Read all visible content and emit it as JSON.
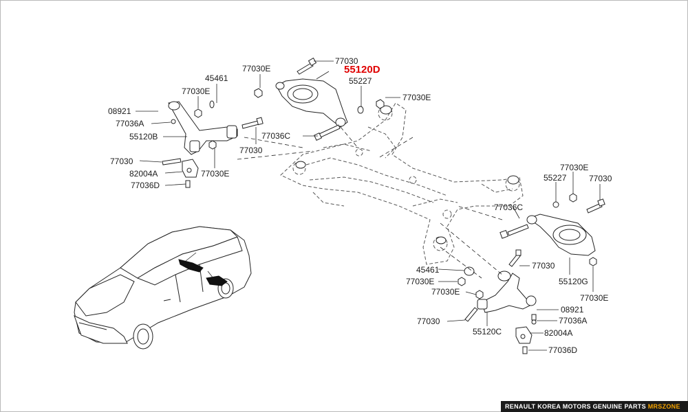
{
  "header": {
    "highlighted_part": "55120D"
  },
  "labels": {
    "top_77030": "77030",
    "top_77030E": "77030E",
    "top_55227": "55227",
    "top_77030E_right": "77030E",
    "top_77036C": "77036C",
    "left_45461": "45461",
    "left_77030E": "77030E",
    "left_08921": "08921",
    "left_77036A": "77036A",
    "left_55120B": "55120B",
    "left_77030_a": "77030",
    "left_77030_b": "77030",
    "left_82004A": "82004A",
    "left_77036D": "77036D",
    "left_77030E_b": "77030E",
    "right_77030E": "77030E",
    "right_55227": "55227",
    "right_77030": "77030",
    "right_77036C": "77036C",
    "right_55120G": "55120G",
    "right_77030E_b": "77030E",
    "lower_77030": "77030",
    "lower_45461": "45461",
    "lower_77030E": "77030E",
    "lower_77030E_b": "77030E",
    "lower_08921": "08921",
    "lower_77030_left": "77030",
    "lower_77036A": "77036A",
    "lower_55120C": "55120C",
    "lower_82004A": "82004A",
    "lower_77036D": "77036D"
  },
  "footer": {
    "text": "RENAULT KOREA MOTORS GENUINE PARTS",
    "brand": "MRSZONE"
  }
}
